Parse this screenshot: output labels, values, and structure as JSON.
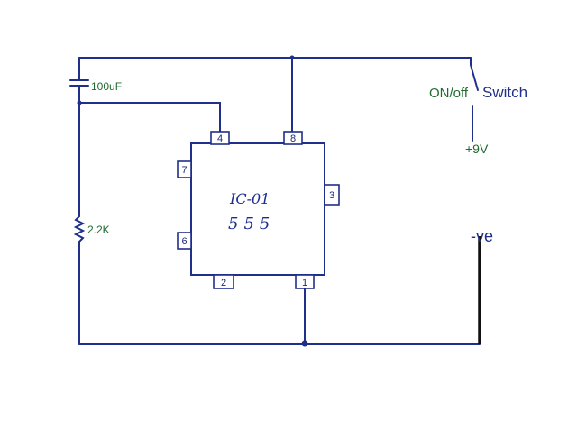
{
  "ic": {
    "name": "IC-01",
    "part": "555",
    "pins": {
      "p1": "1",
      "p2": "2",
      "p3": "3",
      "p4": "4",
      "p6": "6",
      "p7": "7",
      "p8": "8"
    }
  },
  "components": {
    "capacitor_label": "100uF",
    "resistor_label": "2.2K",
    "switch_state_label": "ON/off",
    "switch_label": "Switch",
    "positive_label": "+9V",
    "negative_label": "-ve"
  },
  "colors": {
    "wire": "#1f2f8a",
    "label_green": "#1d6b2f",
    "battery_terminal": "#111111"
  }
}
